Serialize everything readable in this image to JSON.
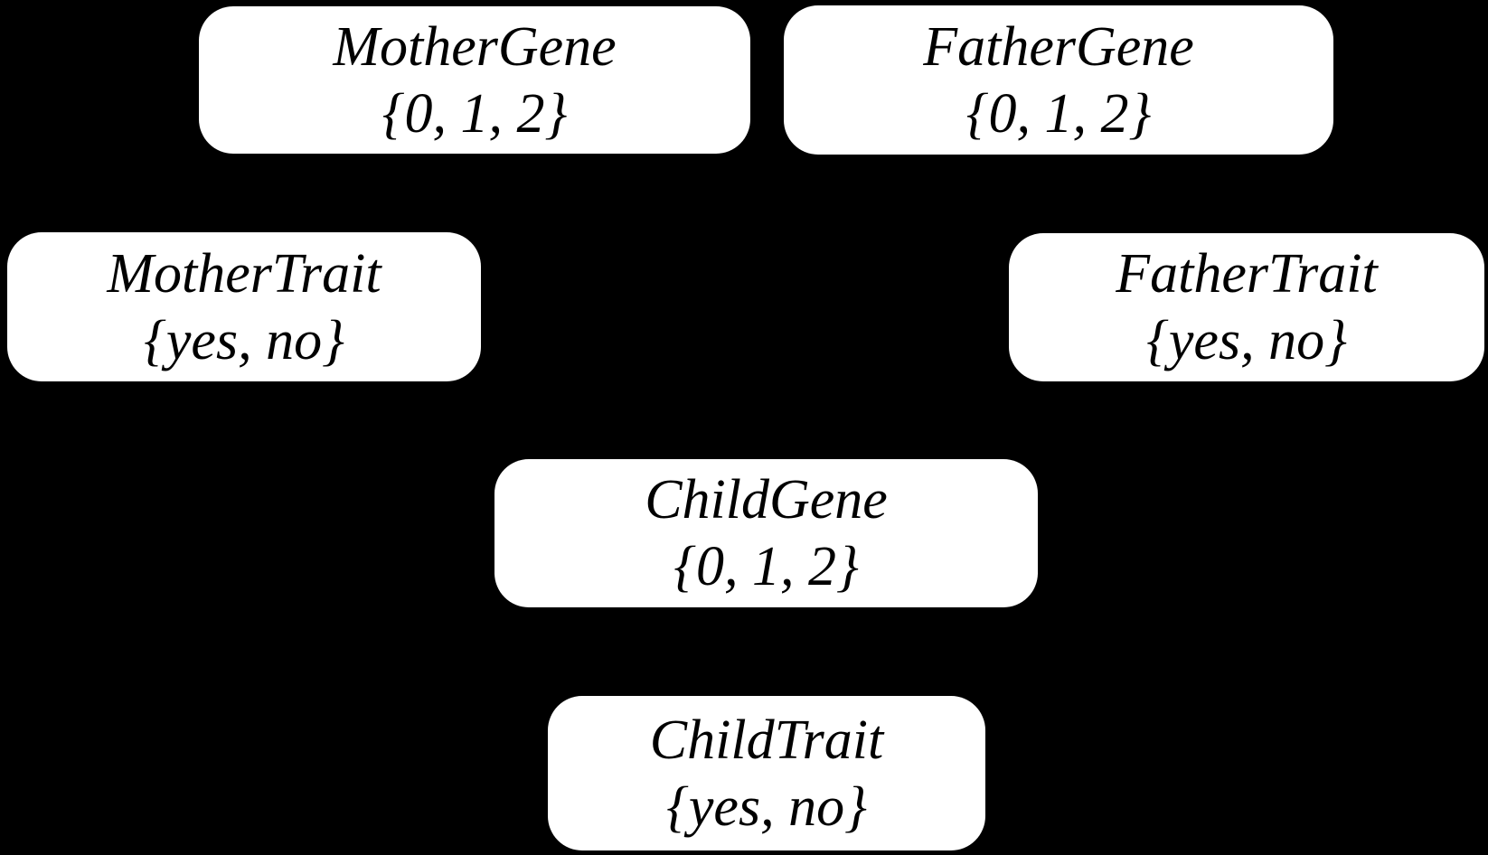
{
  "canvas": {
    "background_color": "#000000"
  },
  "node_style": {
    "fill_color": "#ffffff",
    "text_color": "#000000"
  },
  "nodes": [
    {
      "id": "mother-gene",
      "title": "MotherGene",
      "values": "{0, 1, 2}"
    },
    {
      "id": "father-gene",
      "title": "FatherGene",
      "values": "{0, 1, 2}"
    },
    {
      "id": "mother-trait",
      "title": "MotherTrait",
      "values": "{yes, no}"
    },
    {
      "id": "father-trait",
      "title": "FatherTrait",
      "values": "{yes, no}"
    },
    {
      "id": "child-gene",
      "title": "ChildGene",
      "values": "{0, 1, 2}"
    },
    {
      "id": "child-trait",
      "title": "ChildTrait",
      "values": "{yes, no}"
    }
  ]
}
